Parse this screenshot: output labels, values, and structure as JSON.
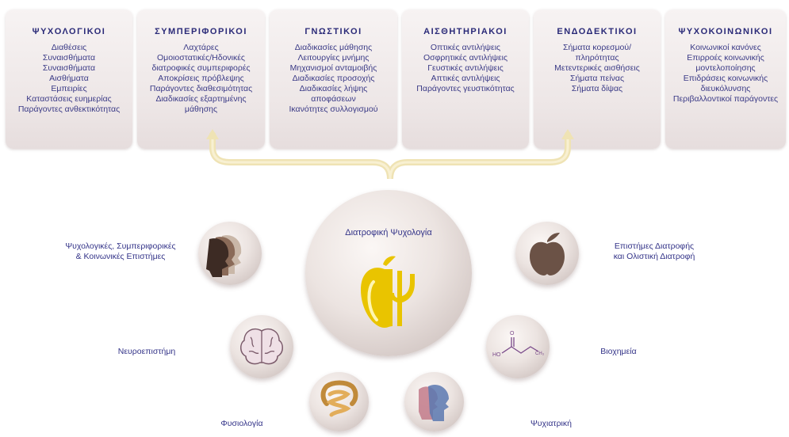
{
  "categories": [
    {
      "title": "ΨΥΧΟΛΟΓΙΚΟΙ",
      "items": [
        "Διαθέσεις",
        "Συναισθήματα",
        "Συναισθήματα",
        "Αισθήματα",
        "Εμπειρίες",
        "Καταστάσεις ευημερίας",
        "Παράγοντες ανθεκτικότητας"
      ]
    },
    {
      "title": "ΣΥΜΠΕΡΙΦΟΡΙΚΟΙ",
      "items": [
        "Λαχτάρες",
        "Ομοιοστατικές/Ηδονικές",
        "διατροφικές συμπεριφορές",
        "Αποκρίσεις πρόβλεψης",
        "Παράγοντες διαθεσιμότητας",
        "Διαδικασίες εξαρτημένης",
        "μάθησης"
      ]
    },
    {
      "title": "ΓΝΩΣΤΙΚΟΙ",
      "items": [
        "Διαδικασίες μάθησης",
        "Λειτουργίες μνήμης",
        "Μηχανισμοί ανταμοιβής",
        "Διαδικασίες προσοχής",
        "Διαδικασίες λήψης",
        "αποφάσεων",
        "Ικανότητες συλλογισμού"
      ]
    },
    {
      "title": "ΑΙΣΘΗΤΗΡΙΑΚΟΙ",
      "items": [
        "Οπτικές αντιλήψεις",
        "Οσφρητικές αντιλήψεις",
        "Γευστικές αντιλήψεις",
        "Απτικές αντιλήψεις",
        "Παράγοντες γευστικότητας"
      ]
    },
    {
      "title": "ΕΝΔΟΔΕΚΤΙΚΟΙ",
      "items": [
        "Σήματα κορεσμού/",
        "πληρότητας",
        "Μετεντερικές αισθήσεις",
        "Σήματα πείνας",
        "Σήματα δίψας"
      ]
    },
    {
      "title": "ΨΥΧΟΚΟΙΝΩΝΙΚΟΙ",
      "items": [
        "Κοινωνικοί κανόνες",
        "Επιρροές κοινωνικής",
        "μοντελοποίησης",
        "Επιδράσεις κοινωνικής",
        "διευκόλυνσης",
        "Περιβαλλοντικοί παράγοντες"
      ]
    }
  ],
  "center": {
    "title": "Διατροφική Ψυχολογία"
  },
  "disciplines": {
    "psych_sciences": [
      "Ψυχολογικές, Συμπεριφορικές",
      "& Κοινωνικές Επιστήμες"
    ],
    "nutrition_sciences": [
      "Επιστήμες Διατροφής",
      "και Ολιστική Διατροφή"
    ],
    "neuroscience": "Νευροεπιστήμη",
    "biochemistry": "Βιοχημεία",
    "physiology": "Φυσιολογία",
    "psychiatry": "Ψυχιατρική"
  },
  "molecule": {
    "ho": "HO",
    "o": "O",
    "ch3": "CH₃"
  },
  "colors": {
    "title": "#2a2a78",
    "text": "#3a3a86",
    "card": "#efe9e9",
    "connector": "#efe3b4",
    "logo": "#e9c400"
  }
}
